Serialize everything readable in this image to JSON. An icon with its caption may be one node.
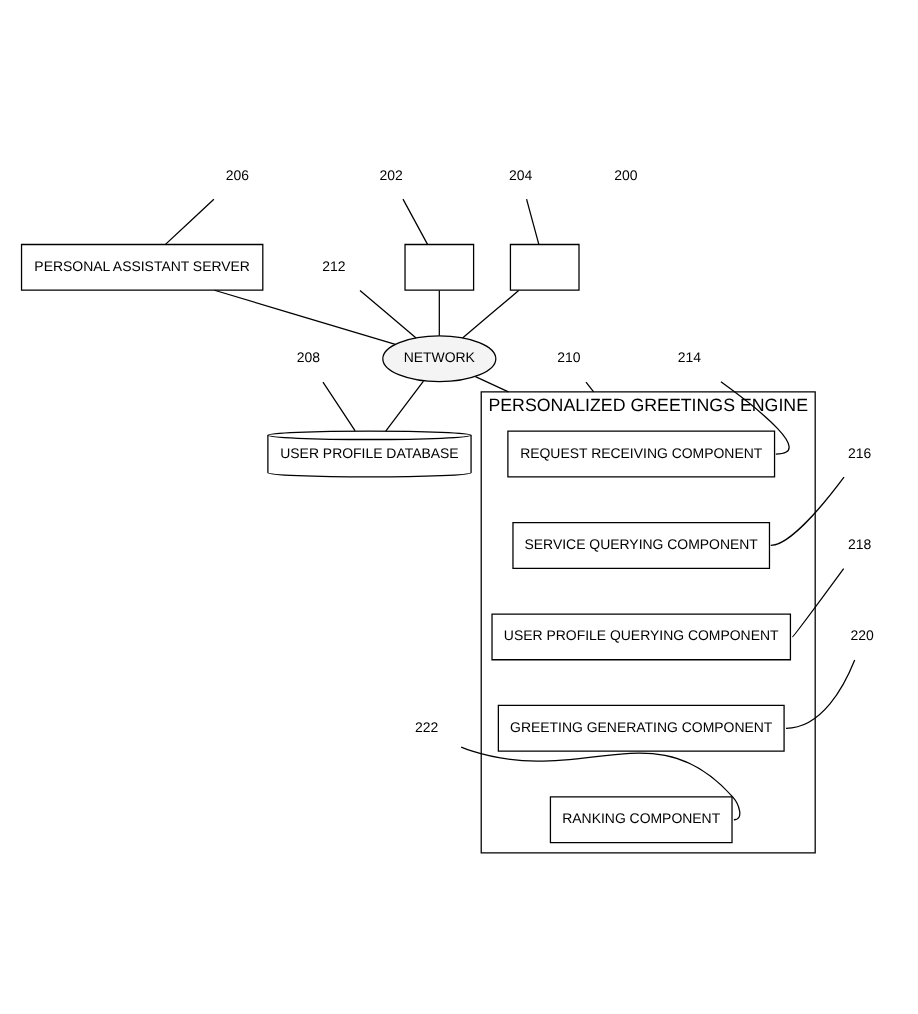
{
  "diagram": {
    "nodes": [
      {
        "text": [],
        "shape": "box"
      },
      {
        "text": [],
        "shape": "box"
      },
      {
        "text": [
          "PERSONAL ASSISTANT SERVER"
        ]
      },
      {
        "text": [
          "NETWORK"
        ]
      },
      {
        "text": [
          "USER PROFILE DATABASE"
        ]
      },
      {
        "text": [
          "PERSONALIZED GREETINGS ENGINE"
        ]
      },
      {
        "text": [
          "REQUEST RECEIVING COMPONENT"
        ],
        "in": 5
      },
      {
        "text": [
          "SERVICE QUERYING COMPONENT"
        ],
        "in": 5
      },
      {
        "text": [
          "USER PROFILE QUERYING COMPONENT"
        ],
        "in": 5
      },
      {
        "text": [
          "GREETING GENERATING COMPONENT"
        ],
        "in": 5
      },
      {
        "text": [
          "RANKING COMPONENT"
        ],
        "in": 5
      },
      {
        "text": [
          "202"
        ]
      },
      {
        "text": [
          "204"
        ]
      },
      {
        "text": [
          "206"
        ]
      },
      {
        "text": [
          "208"
        ]
      },
      {
        "text": [
          "212"
        ]
      },
      {
        "text": [
          "210"
        ]
      },
      {
        "text": [
          "214"
        ]
      },
      {
        "text": [
          "216"
        ]
      },
      {
        "text": [
          "218"
        ]
      },
      {
        "text": [
          "220"
        ]
      },
      {
        "text": [
          "222"
        ]
      }
    ],
    "edges": [
      {
        "from": 0,
        "to": 3,
        "arrow": "none"
      },
      {
        "from": 1,
        "to": 3,
        "arrow": "none"
      },
      {
        "from": 2,
        "to": 3,
        "arrow": "none"
      },
      {
        "from": 3,
        "to": 4,
        "arrow": "none"
      },
      {
        "from": 3,
        "to": 5,
        "arrow": "none"
      },
      {
        "from": 11,
        "to": 0,
        "arrow": "none"
      },
      {
        "from": 12,
        "to": 1,
        "arrow": "none"
      },
      {
        "from": 13,
        "to": 2,
        "arrow": "none"
      },
      {
        "from": 14,
        "to": 4,
        "arrow": "none"
      },
      {
        "from": 15,
        "to": 3,
        "arrow": "none"
      },
      {
        "from": 16,
        "to": 5,
        "arrow": "none"
      },
      {
        "from": 17,
        "to": 6,
        "arrow": "none"
      },
      {
        "from": 18,
        "to": 7,
        "arrow": "none"
      },
      {
        "from": 19,
        "to": 8,
        "arrow": "none"
      },
      {
        "from": 20,
        "to": 9,
        "arrow": "none"
      },
      {
        "from": 21,
        "to": 10,
        "arrow": "none"
      }
    ],
    "labels": [
      "200"
    ]
  }
}
